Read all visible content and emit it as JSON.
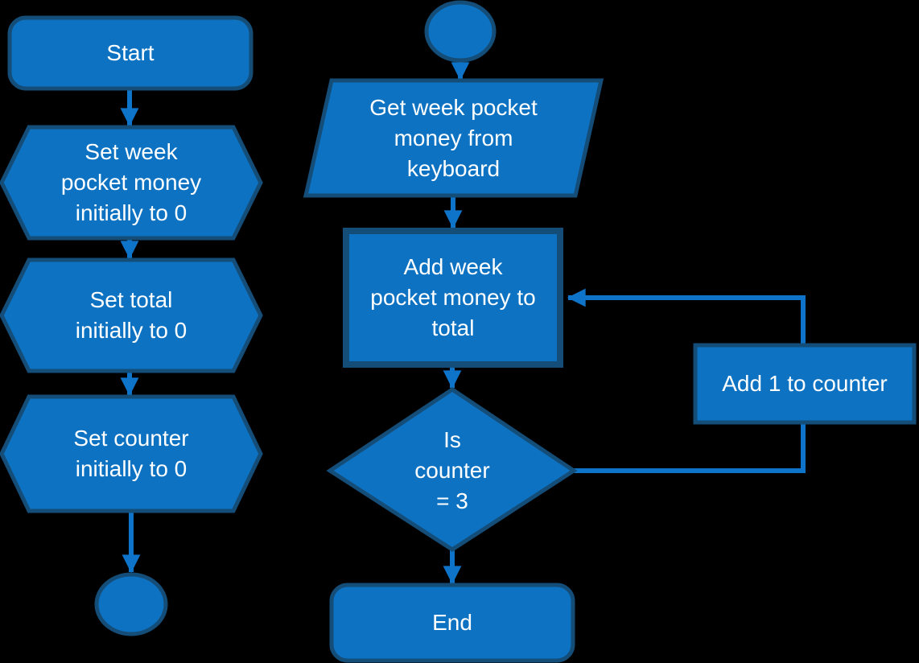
{
  "colors": {
    "shape_fill": "#0d72c2",
    "shape_stroke": "#144d78",
    "line": "#0e74c9",
    "text": "#ffffff",
    "background": "#000000"
  },
  "diagram": {
    "type": "flowchart",
    "nodes": {
      "start": {
        "type": "terminator",
        "label": "Start",
        "lines": [
          "Start"
        ]
      },
      "set_week_pocket_money": {
        "type": "preparation-hexagon",
        "label": "Set week pocket money initially to 0",
        "lines": [
          "Set week",
          "pocket money",
          "initially to 0"
        ]
      },
      "set_total": {
        "type": "preparation-hexagon",
        "label": "Set total initially to 0",
        "lines": [
          "Set total",
          "initially to 0"
        ]
      },
      "set_counter": {
        "type": "preparation-hexagon",
        "label": "Set counter initially to 0",
        "lines": [
          "Set counter",
          "initially to 0"
        ]
      },
      "connector_left": {
        "type": "circle-connector",
        "label": ""
      },
      "connector_right": {
        "type": "circle-connector",
        "label": ""
      },
      "get_week_pocket_money": {
        "type": "input-parallelogram",
        "label": "Get week pocket money from keyboard",
        "lines": [
          "Get week pocket",
          "money from",
          "keyboard"
        ]
      },
      "add_week_pocket_money": {
        "type": "process-rectangle",
        "label": "Add week pocket money to total",
        "lines": [
          "Add week",
          "pocket money to",
          "total"
        ]
      },
      "decision_is_counter_3": {
        "type": "decision-diamond",
        "label": "Is counter = 3",
        "lines": [
          "Is",
          "counter",
          "= 3"
        ]
      },
      "add_1_to_counter": {
        "type": "process-rectangle",
        "label": "Add 1 to counter",
        "lines": [
          "Add 1 to counter"
        ]
      },
      "end": {
        "type": "terminator",
        "label": "End",
        "lines": [
          "End"
        ]
      }
    },
    "edges": [
      {
        "from": "start",
        "to": "set_week_pocket_money"
      },
      {
        "from": "set_week_pocket_money",
        "to": "set_total"
      },
      {
        "from": "set_total",
        "to": "set_counter"
      },
      {
        "from": "set_counter",
        "to": "connector_left"
      },
      {
        "from": "connector_right",
        "to": "get_week_pocket_money"
      },
      {
        "from": "get_week_pocket_money",
        "to": "add_week_pocket_money"
      },
      {
        "from": "add_week_pocket_money",
        "to": "decision_is_counter_3"
      },
      {
        "from": "decision_is_counter_3",
        "to": "end"
      },
      {
        "from": "decision_is_counter_3",
        "to": "add_1_to_counter",
        "route": "right-loop"
      },
      {
        "from": "add_1_to_counter",
        "to": "add_week_pocket_money",
        "route": "right-loop"
      }
    ]
  }
}
